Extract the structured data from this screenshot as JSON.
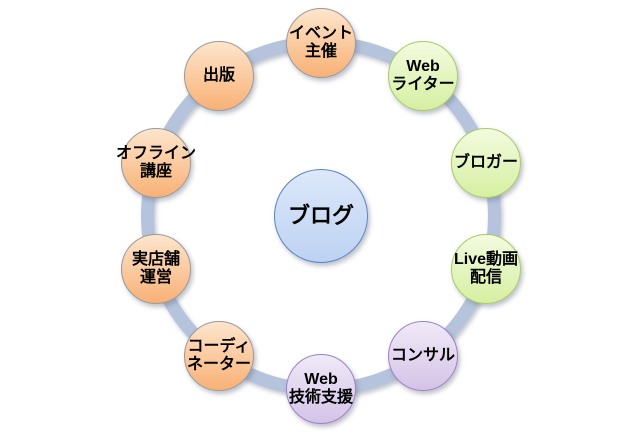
{
  "diagram": {
    "type": "cycle",
    "background": "#ffffff",
    "center": {
      "id": "blog",
      "label": "ブログ",
      "color": "blue"
    },
    "nodes": [
      {
        "id": "event-hosting",
        "label": "イベント\n主催",
        "color": "orange"
      },
      {
        "id": "web-writer",
        "label": "Web\nライター",
        "color": "green"
      },
      {
        "id": "blogger",
        "label": "ブロガー",
        "color": "green"
      },
      {
        "id": "live-video-streaming",
        "label": "Live動画\n配信",
        "color": "green"
      },
      {
        "id": "consulting",
        "label": "コンサル",
        "color": "purple"
      },
      {
        "id": "web-tech-support",
        "label": "Web\n技術支援",
        "color": "purple"
      },
      {
        "id": "coordinator",
        "label": "コーディ\nネーター",
        "color": "orange"
      },
      {
        "id": "physical-store",
        "label": "実店舗\n運営",
        "color": "orange"
      },
      {
        "id": "offline-course",
        "label": "オフライン\n講座",
        "color": "orange"
      },
      {
        "id": "publishing",
        "label": "出版",
        "color": "orange"
      }
    ],
    "colors": {
      "orange": {
        "fill_top": "#fde5cc",
        "fill_bottom": "#f8b176",
        "border": "#e899529"
      },
      "green": {
        "fill_top": "#f3fbdf",
        "fill_bottom": "#d6efa2",
        "border": "#a8c968"
      },
      "purple": {
        "fill_top": "#f0eaf7",
        "fill_bottom": "#d4c3e7",
        "border": "#9d80c4"
      },
      "blue": {
        "fill_top": "#dce8fa",
        "fill_bottom": "#bdd2f2",
        "border": "#5b83c4"
      },
      "ring": "#b5c3dd",
      "text": "#000000"
    },
    "layout_hint": "10 nodes clockwise from top, center hub"
  }
}
